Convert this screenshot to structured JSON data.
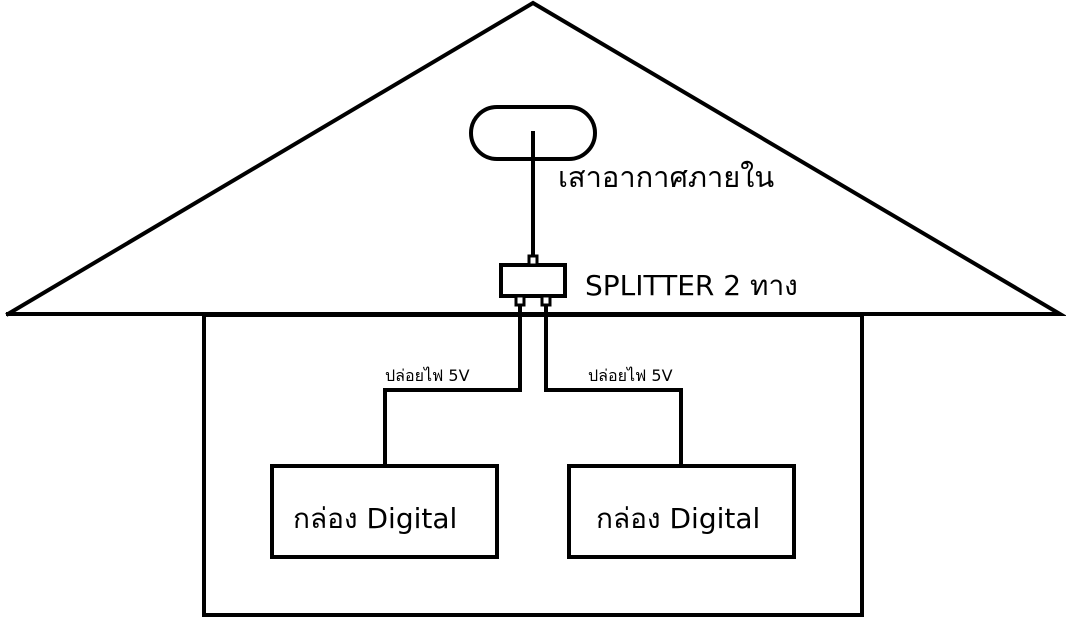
{
  "labels": {
    "indoor_antenna": "เสาอากาศภายใน",
    "splitter": "SPLITTER 2 ทาง",
    "power_left": "ปล่อยไฟ 5V",
    "power_right": "ปล่อยไฟ 5V",
    "box_left": "กล่อง Digital",
    "box_right": "กล่อง Digital"
  },
  "colors": {
    "line": "#000000",
    "background": "#ffffff"
  }
}
